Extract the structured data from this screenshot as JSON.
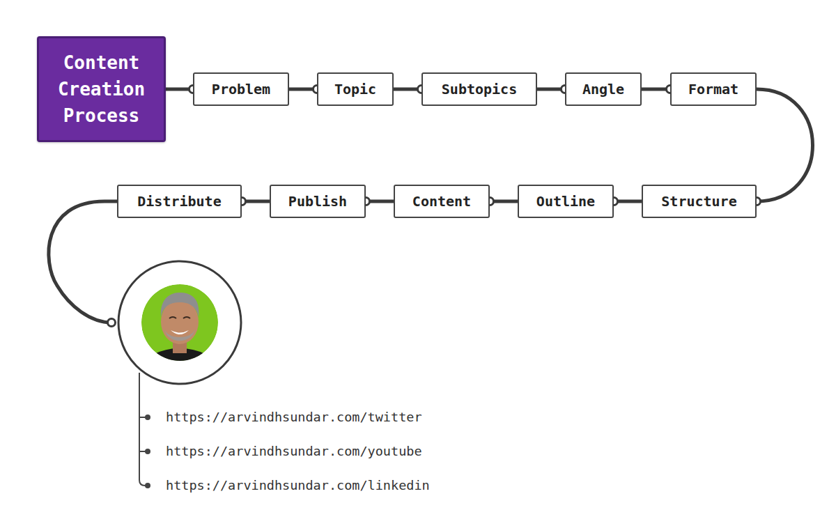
{
  "diagram": {
    "nodes": [
      {
        "text": [
          "Content Creation Process"
        ]
      },
      {
        "text": [
          "Problem"
        ]
      },
      {
        "text": [
          "Topic"
        ]
      },
      {
        "text": [
          "Subtopics"
        ]
      },
      {
        "text": [
          "Angle"
        ]
      },
      {
        "text": [
          "Format"
        ]
      },
      {
        "text": [
          "Structure"
        ]
      },
      {
        "text": [
          "Outline"
        ]
      },
      {
        "text": [
          "Content"
        ]
      },
      {
        "text": [
          "Publish"
        ]
      },
      {
        "text": [
          "Distribute"
        ]
      }
    ],
    "edges": [
      {
        "from": 0,
        "to": 1,
        "arrow": "to"
      },
      {
        "from": 1,
        "to": 2,
        "arrow": "to"
      },
      {
        "from": 2,
        "to": 3,
        "arrow": "to"
      },
      {
        "from": 3,
        "to": 4,
        "arrow": "to"
      },
      {
        "from": 4,
        "to": 5,
        "arrow": "to"
      },
      {
        "from": 5,
        "to": 6,
        "arrow": "to"
      },
      {
        "from": 6,
        "to": 7,
        "arrow": "to"
      },
      {
        "from": 7,
        "to": 8,
        "arrow": "to"
      },
      {
        "from": 8,
        "to": 9,
        "arrow": "to"
      },
      {
        "from": 9,
        "to": 10,
        "arrow": "to"
      }
    ],
    "labels": [
      "https://arvindhsundar.com/twitter",
      "https://arvindhsundar.com/youtube",
      "https://arvindhsundar.com/linkedin"
    ]
  }
}
